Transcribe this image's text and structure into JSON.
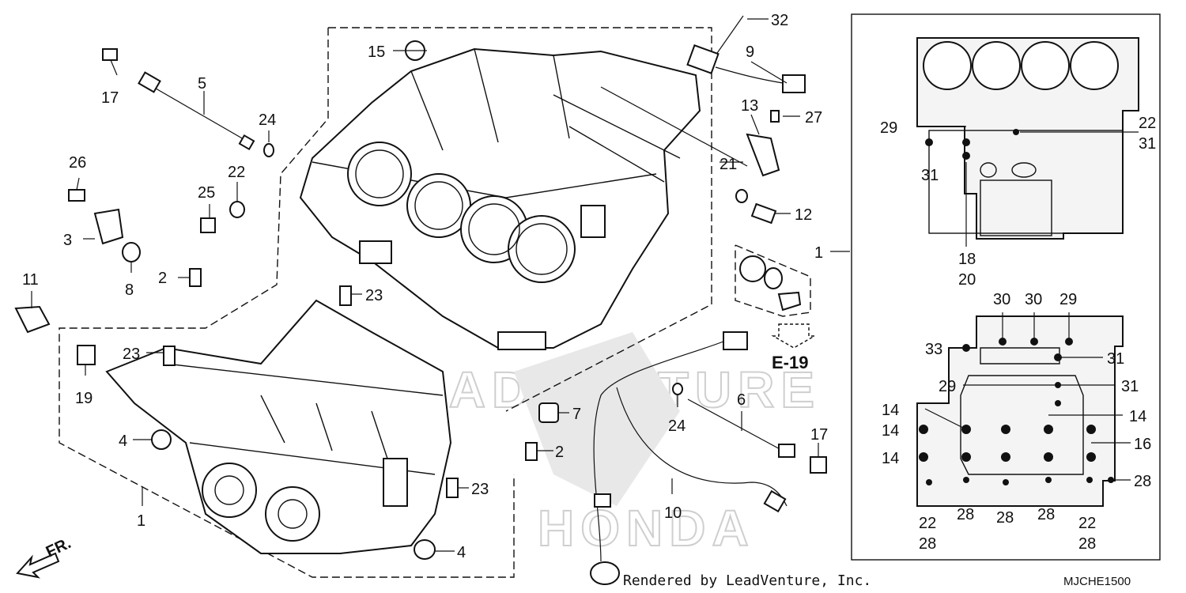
{
  "diagram": {
    "callouts": {
      "c1a": "1",
      "c1b": "1",
      "c2a": "2",
      "c2b": "2",
      "c3": "3",
      "c4a": "4",
      "c4b": "4",
      "c5": "5",
      "c6": "6",
      "c7": "7",
      "c8": "8",
      "c9": "9",
      "c10": "10",
      "c11": "11",
      "c12": "12",
      "c13": "13",
      "c15": "15",
      "c17a": "17",
      "c17b": "17",
      "c19": "19",
      "c21": "21",
      "c22": "22",
      "c23a": "23",
      "c23b": "23",
      "c23c": "23",
      "c24a": "24",
      "c24b": "24",
      "c25": "25",
      "c26": "26",
      "c27": "27",
      "c32": "32"
    },
    "inset_callouts": {
      "i29a": "29",
      "i22a": "22",
      "i31a": "31",
      "i31b": "31",
      "i18": "18",
      "i20": "20",
      "i30a": "30",
      "i30b": "30",
      "i29b": "29",
      "i33": "33",
      "i31c": "31",
      "i29c": "29",
      "i31d": "31",
      "i14a": "14",
      "i14b": "14",
      "i14c": "14",
      "i14d": "14",
      "i16": "16",
      "i28a": "28",
      "i22b": "22",
      "i28b": "28",
      "i28c": "28",
      "i28d": "28",
      "i28e": "28",
      "i22c": "22",
      "i28f": "28",
      "i28g": "28"
    },
    "reference": "E-19",
    "front_label": "FR.",
    "credit": "Rendered by LeadVenture, Inc.",
    "code": "MJCHE1500"
  }
}
